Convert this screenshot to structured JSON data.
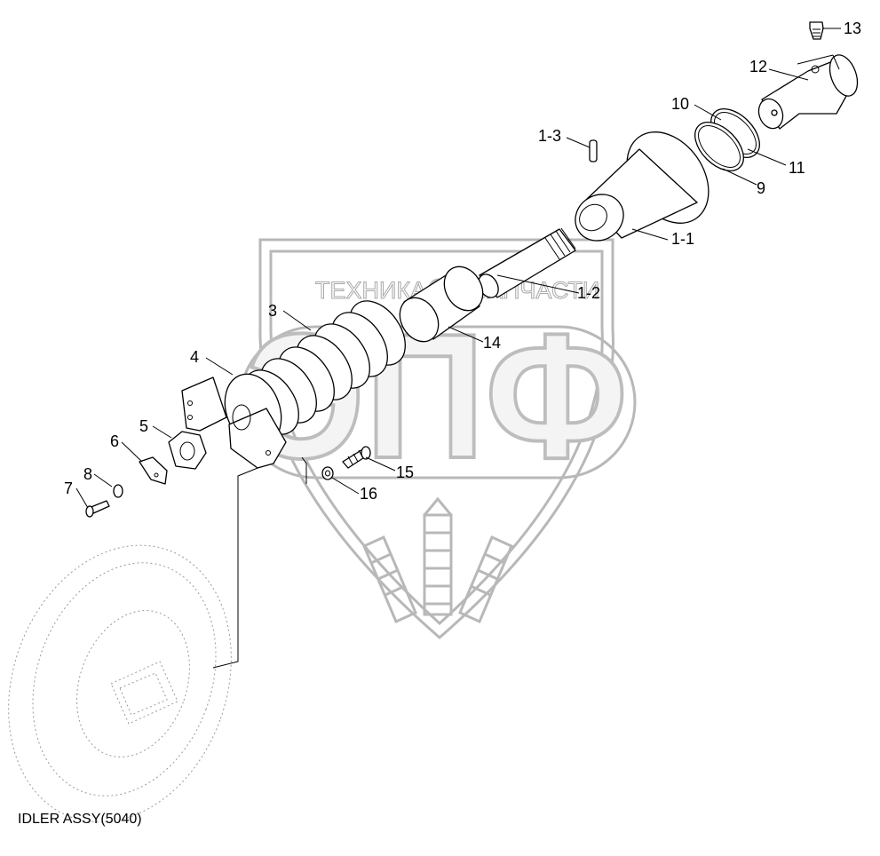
{
  "watermark": {
    "text_left": "ТЕХНИКА",
    "text_right": "ЗАПЧАСТИ",
    "letters": "ЭПФ"
  },
  "callouts": {
    "c1_1": "1-1",
    "c1_2": "1-2",
    "c1_3": "1-3",
    "c3": "3",
    "c4": "4",
    "c5": "5",
    "c6": "6",
    "c7": "7",
    "c8": "8",
    "c9": "9",
    "c10": "10",
    "c11": "11",
    "c12": "12",
    "c13": "13",
    "c14": "14",
    "c15": "15",
    "c16": "16"
  },
  "caption": "IDLER ASSY(5040)"
}
